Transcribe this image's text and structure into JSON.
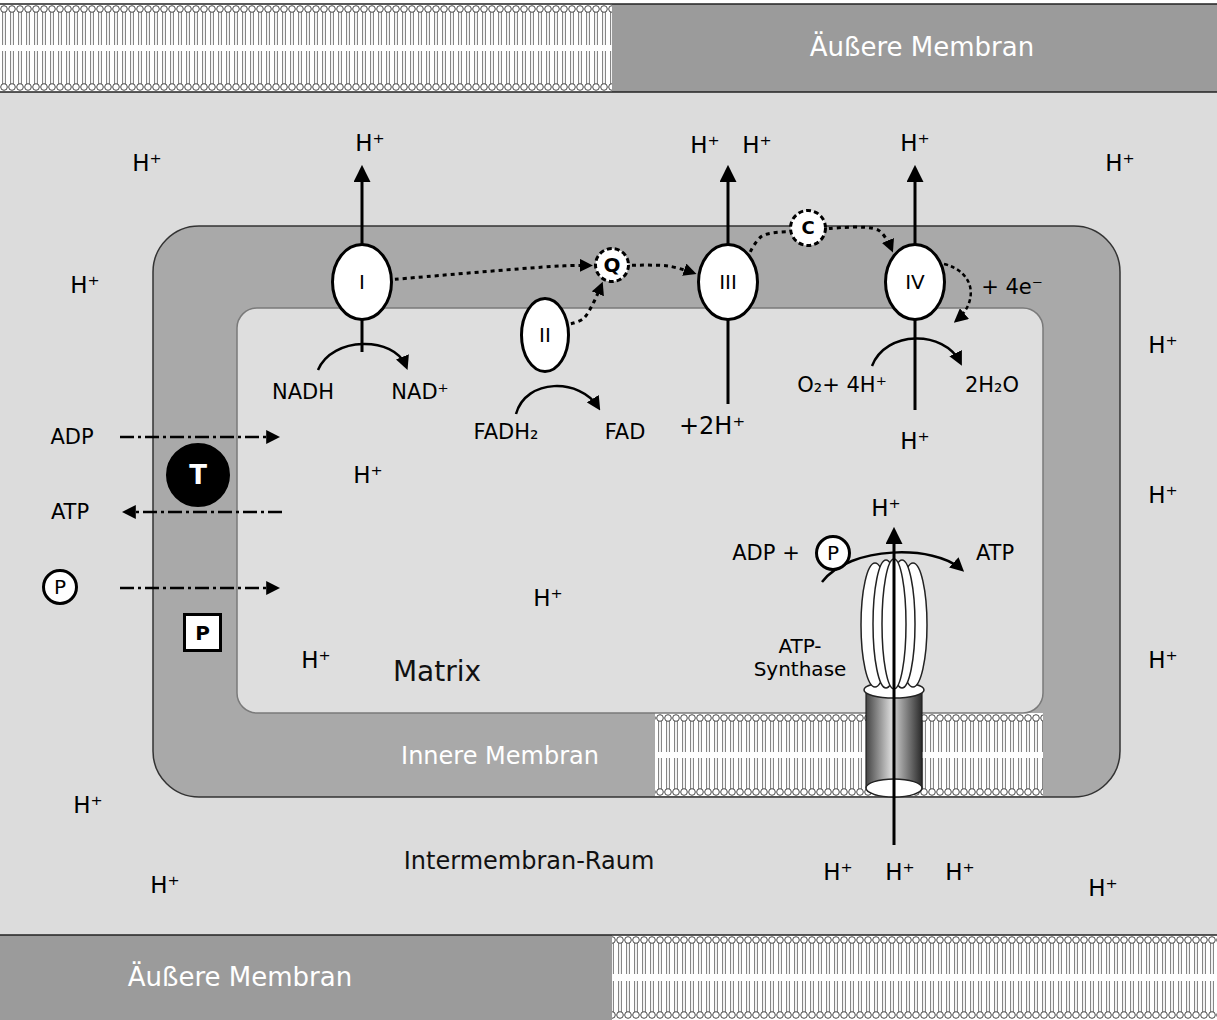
{
  "diagram": {
    "nodes": [
      {
        "text": [
          "Äußere Membran"
        ]
      },
      {
        "text": [
          "Intermembran-Raum"
        ]
      },
      {
        "text": [
          "Innere Membran"
        ],
        "in": 1
      },
      {
        "text": [
          "Matrix"
        ],
        "in": 2
      },
      {
        "text": [
          "I"
        ],
        "in": 2
      },
      {
        "text": [
          "II"
        ],
        "in": 2
      },
      {
        "text": [
          "Q"
        ],
        "in": 2
      },
      {
        "text": [
          "III"
        ],
        "in": 2
      },
      {
        "text": [
          "C"
        ],
        "in": 2
      },
      {
        "text": [
          "IV"
        ],
        "in": 2
      },
      {
        "text": [
          "T"
        ],
        "in": 2
      },
      {
        "text": [
          "P"
        ],
        "in": 2
      },
      {
        "text": [
          "P"
        ],
        "in": 1
      },
      {
        "text": [
          "P"
        ],
        "in": 3
      },
      {
        "text": [
          "Äußere Membran"
        ]
      }
    ],
    "edges": [
      {
        "from": 4,
        "to": 6,
        "arrow": "to"
      },
      {
        "from": 5,
        "to": 6,
        "arrow": "to"
      },
      {
        "from": 6,
        "to": 7,
        "arrow": "to"
      },
      {
        "from": 7,
        "to": 8,
        "arrow": "none"
      },
      {
        "from": 8,
        "to": 9,
        "arrow": "to"
      }
    ],
    "labels": [
      "H⁺",
      "H⁺",
      "H⁺",
      "H⁺",
      "H⁺",
      "H⁺",
      "H⁺",
      "+ 4e⁻",
      "H⁺",
      "NADH",
      "NAD⁺",
      "O₂+ 4H⁺",
      "2H₂O",
      "ADP",
      "FADH₂",
      "FAD",
      "+2H⁺",
      "H⁺",
      "H⁺",
      "H⁺",
      "ATP",
      "H⁺",
      "ADP +",
      "ATP",
      "H⁺",
      "ATP-Synthase",
      "H⁺",
      "H⁺",
      "H⁺",
      "H⁺",
      "H⁺",
      "H⁺",
      "H⁺",
      "H⁺"
    ]
  }
}
